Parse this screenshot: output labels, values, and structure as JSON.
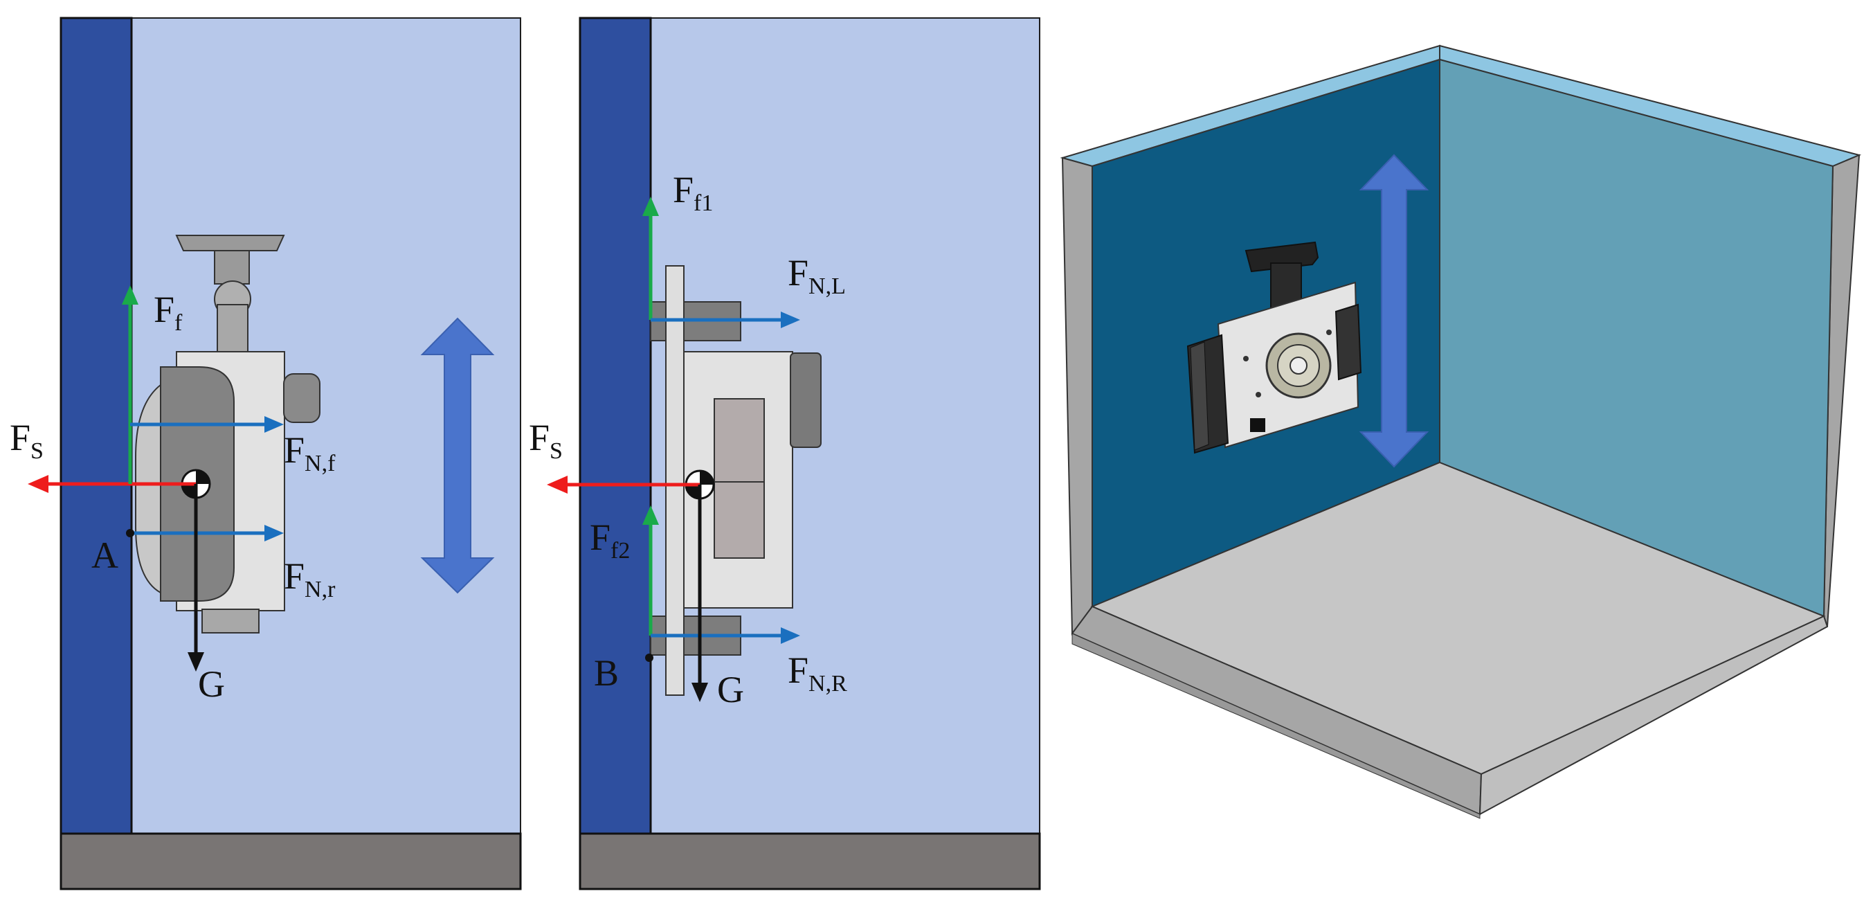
{
  "colors": {
    "wall": "#2e4f9f",
    "water": "#b7c8ea",
    "floor": "#797574",
    "force_red": "#ee1c1c",
    "force_blue": "#1a6fbf",
    "force_green": "#1aaa4a",
    "weight_black": "#111111",
    "motion_arrow": "#4a74cc",
    "pool_wall_dark": "#0d5a82",
    "pool_wall_light": "#63a0b6",
    "pool_rim": "#8ec6e2",
    "pool_floor": "#c6c6c6",
    "pool_side": "#a6a6a6"
  },
  "panel_left": {
    "point": "A",
    "forces": [
      {
        "id": "Fs",
        "main": "F",
        "sub": "S"
      },
      {
        "id": "Ff",
        "main": "F",
        "sub": "f"
      },
      {
        "id": "FNf",
        "main": "F",
        "sub": "N,f"
      },
      {
        "id": "FNr",
        "main": "F",
        "sub": "N,r"
      },
      {
        "id": "G",
        "main": "G",
        "sub": ""
      }
    ],
    "motion": "vertical-double-arrow"
  },
  "panel_middle": {
    "point": "B",
    "forces": [
      {
        "id": "Fs",
        "main": "F",
        "sub": "S"
      },
      {
        "id": "Ff1",
        "main": "F",
        "sub": "f1"
      },
      {
        "id": "Ff2",
        "main": "F",
        "sub": "f2"
      },
      {
        "id": "FNL",
        "main": "F",
        "sub": "N,L"
      },
      {
        "id": "FNR",
        "main": "F",
        "sub": "N,R"
      },
      {
        "id": "G",
        "main": "G",
        "sub": ""
      }
    ]
  },
  "panel_right": {
    "scene": "pool-corner-3d",
    "motion": "vertical-double-arrow",
    "icon": "robot-icon"
  }
}
